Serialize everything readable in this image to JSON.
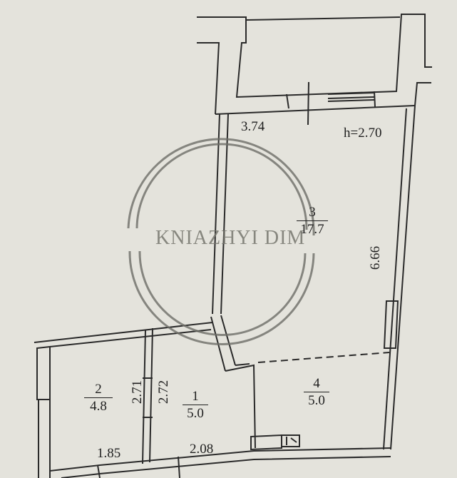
{
  "watermark": "KNIAZHYI DIM",
  "ceiling_height": "h=2.70",
  "dimensions": {
    "top_width": "3.74",
    "right_height": "6.66",
    "room2_height": "2.71",
    "room1_height": "2.72",
    "bottom_left_width": "1.85",
    "bottom_mid_width": "2.08"
  },
  "rooms": [
    {
      "number": "1",
      "area": "5.0"
    },
    {
      "number": "2",
      "area": "4.8"
    },
    {
      "number": "3",
      "area": "17.7"
    },
    {
      "number": "4",
      "area": "5.0"
    }
  ],
  "colors": {
    "paper": "#e4e3dc",
    "line": "#2a2a2a",
    "watermark": "#77776f"
  }
}
